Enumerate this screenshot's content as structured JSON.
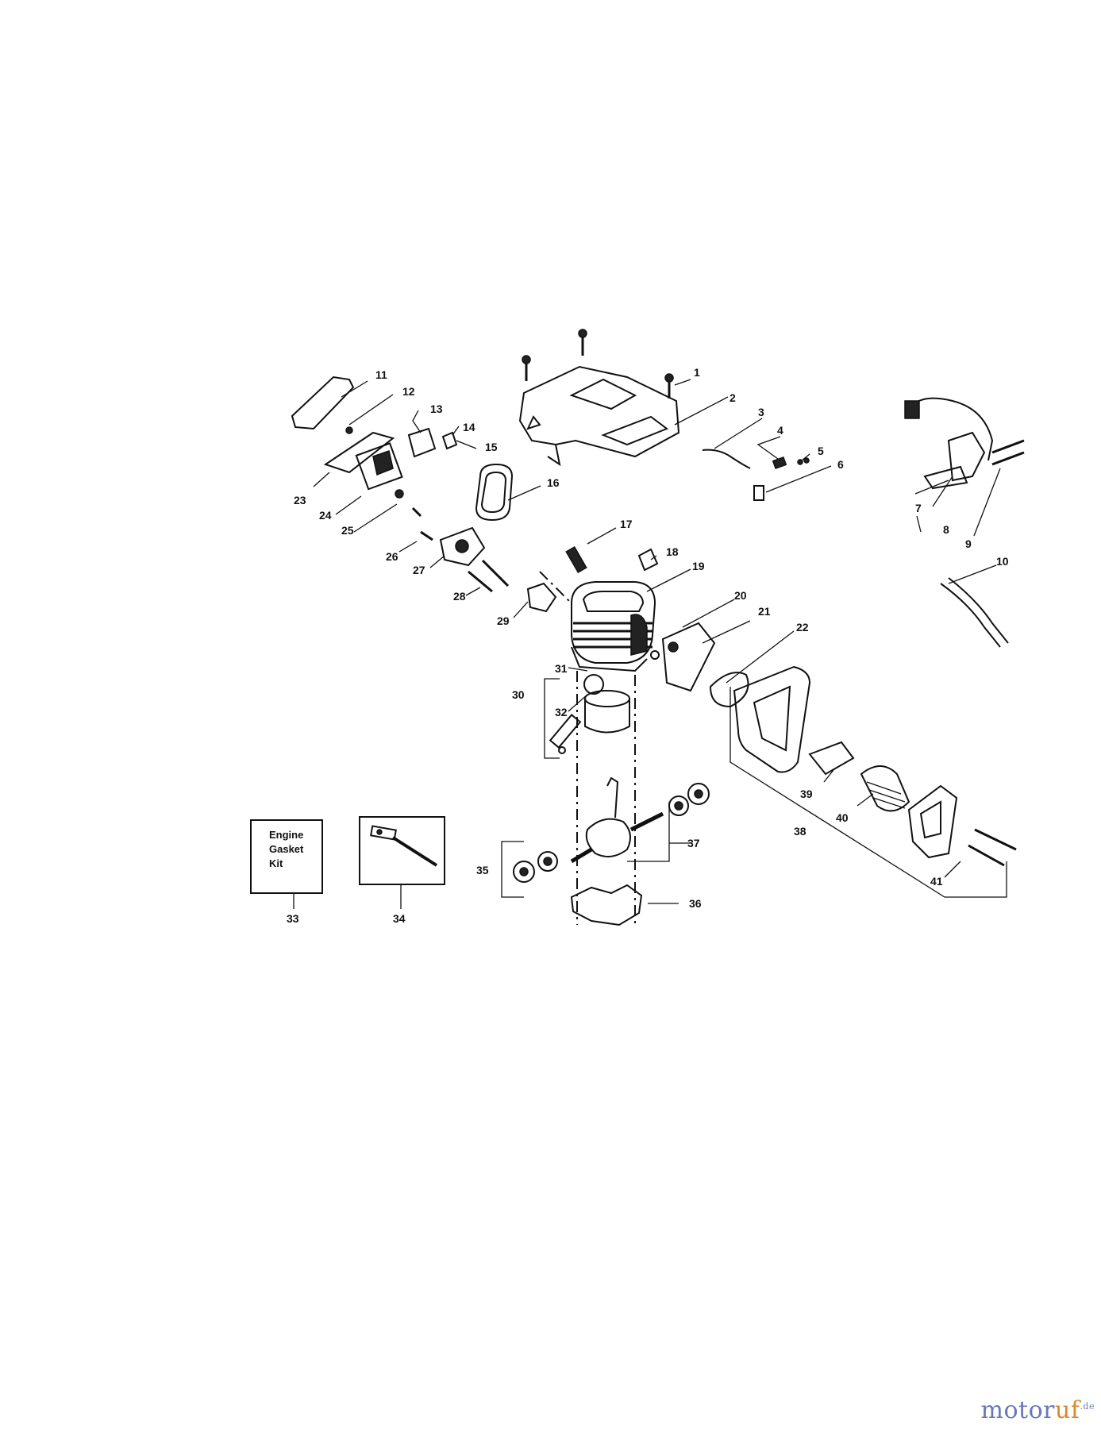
{
  "callouts": [
    "1",
    "2",
    "3",
    "4",
    "5",
    "6",
    "7",
    "8",
    "9",
    "10",
    "11",
    "12",
    "13",
    "14",
    "15",
    "16",
    "17",
    "18",
    "19",
    "20",
    "21",
    "22",
    "23",
    "24",
    "25",
    "26",
    "27",
    "28",
    "29",
    "30",
    "31",
    "32",
    "33",
    "34",
    "35",
    "36",
    "37",
    "38",
    "39",
    "40",
    "41"
  ],
  "kit_box": {
    "line1": "Engine",
    "line2": "Gasket",
    "line3": "Kit"
  },
  "watermark": {
    "part1": "motor",
    "part2": "uf",
    "part3": ".de"
  },
  "icons": [
    "screw-icon",
    "engine-cover-icon",
    "fuel-line-icon",
    "cylinder-icon",
    "piston-icon",
    "crankshaft-icon",
    "muffler-icon",
    "ignition-coil-icon",
    "wrench-icon"
  ]
}
